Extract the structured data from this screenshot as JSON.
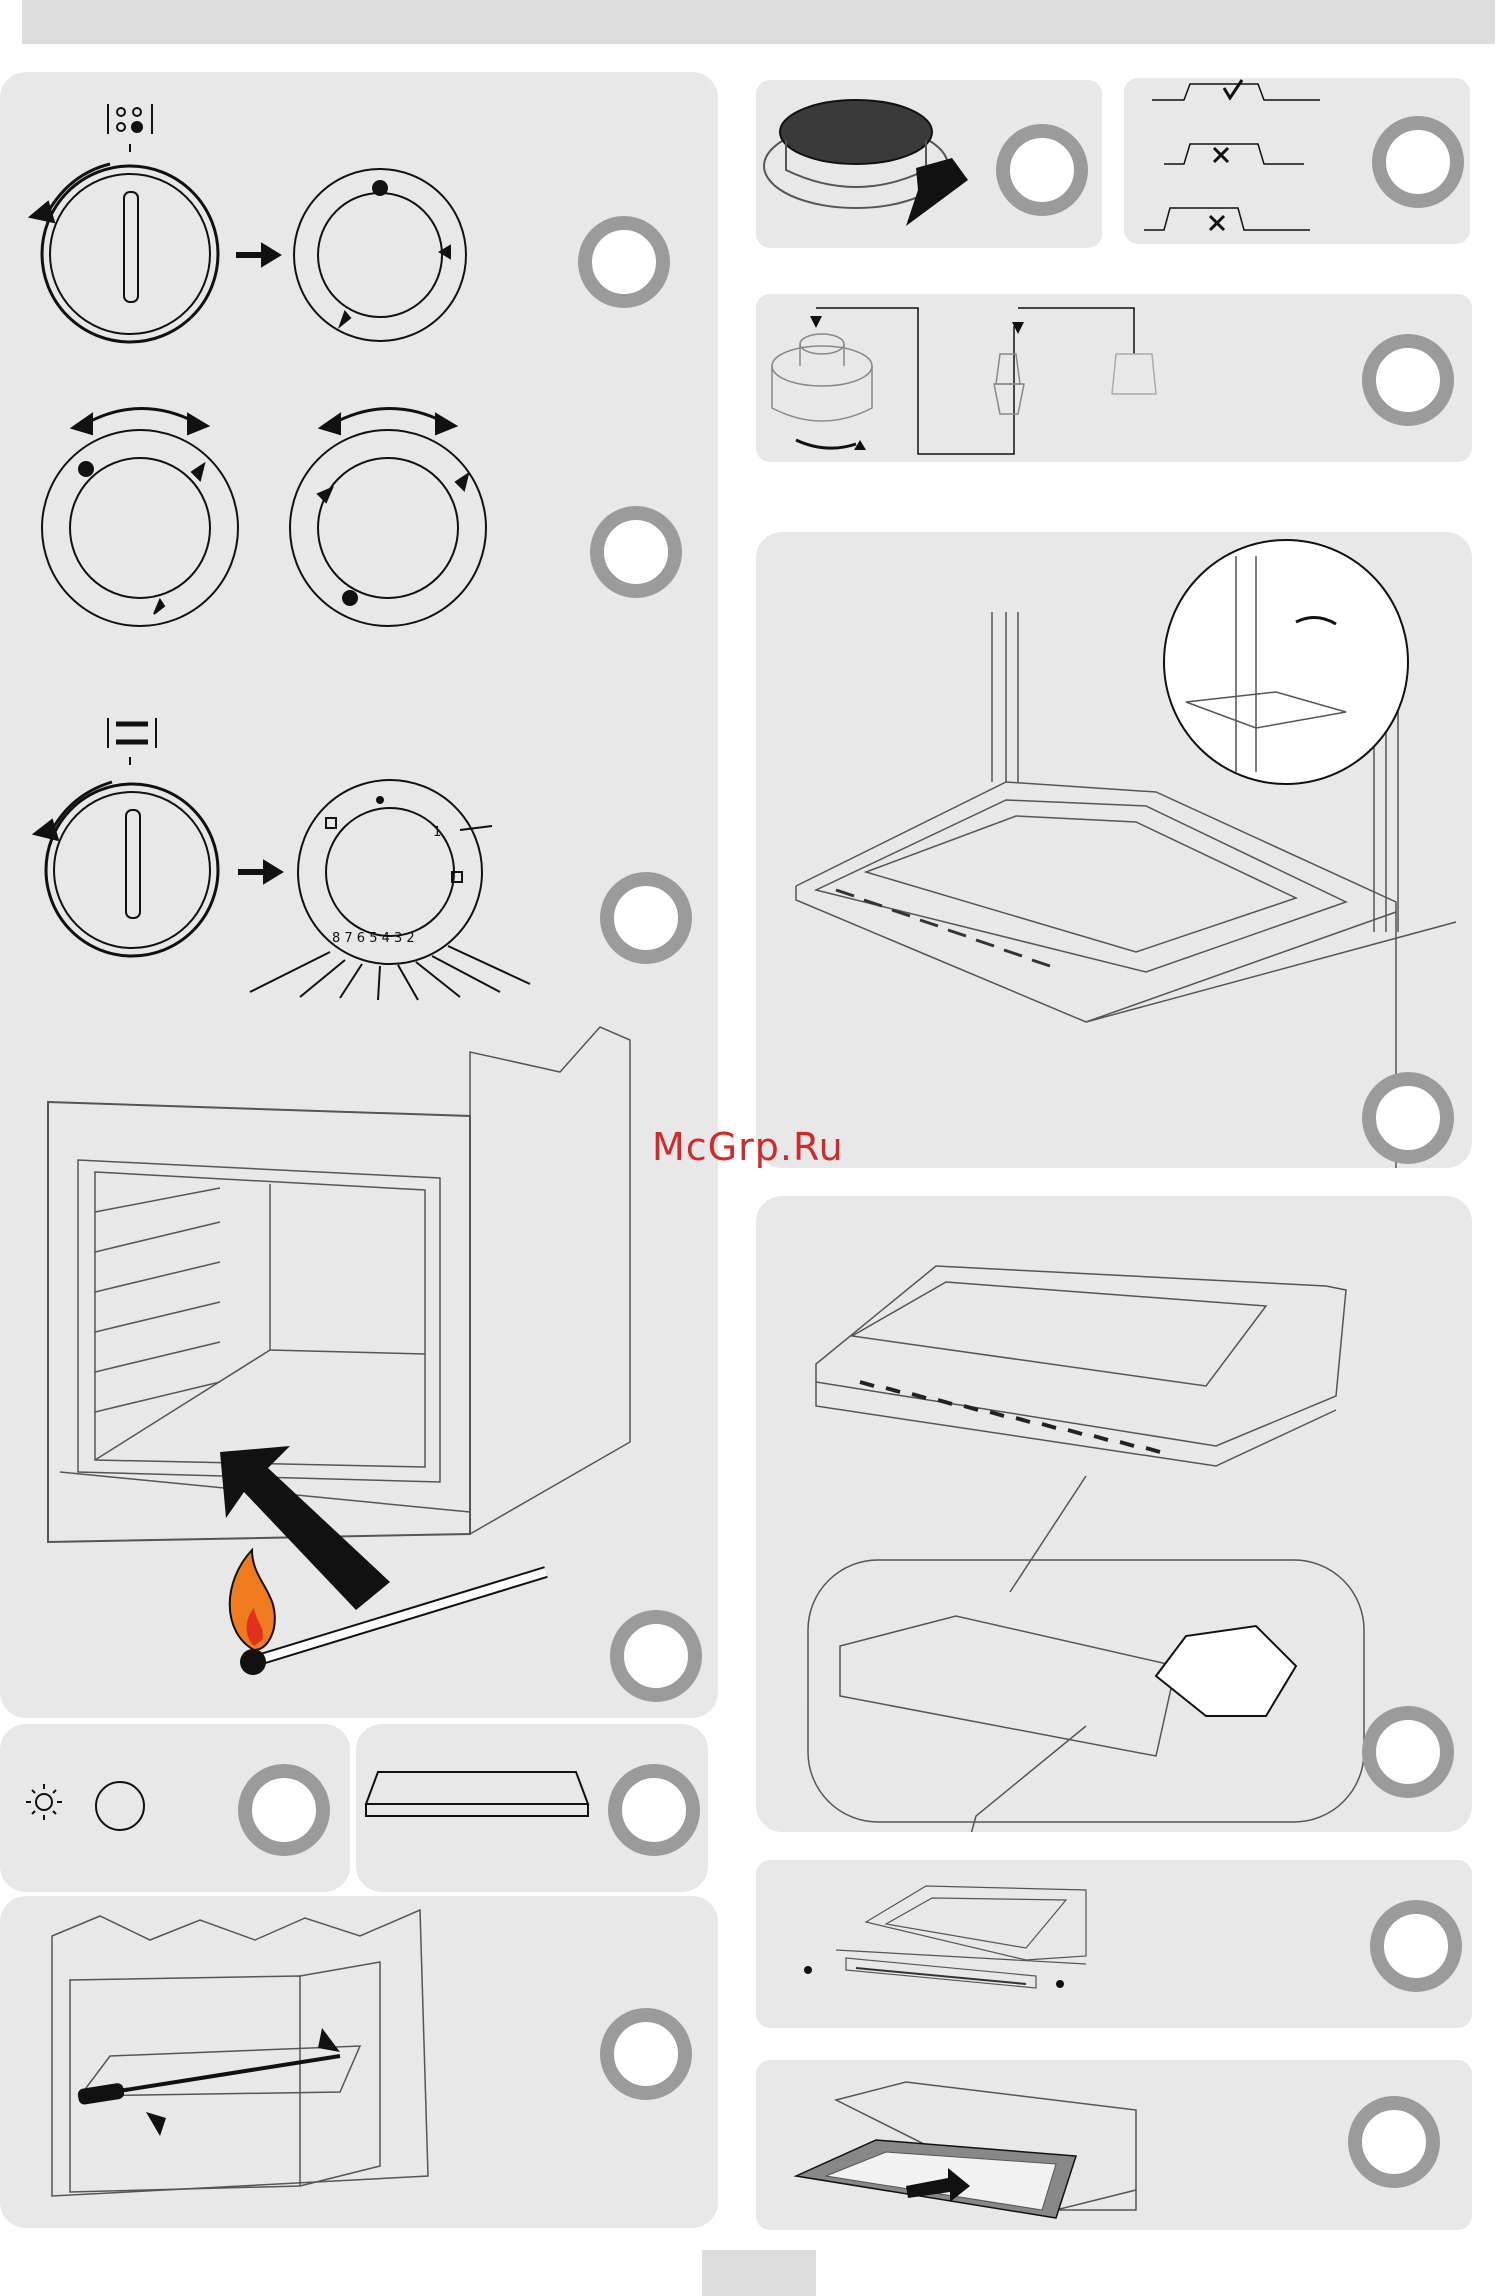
{
  "watermark": "McGrp.Ru",
  "dial_scale": {
    "top_mark": "1",
    "numbers": "8 7 6 5 4 3 2"
  },
  "colors": {
    "panel": "#e8e8e8",
    "badge_ring": "#9b9b9b",
    "flame_outer": "#f07a1e",
    "flame_inner": "#e0301e",
    "watermark": "#d22a2a"
  },
  "icons": [
    "hob-knob-icon",
    "oven-knob-icon",
    "flame-icon",
    "lamp-icon",
    "check-icon",
    "cross-icon",
    "arrow-icon"
  ]
}
